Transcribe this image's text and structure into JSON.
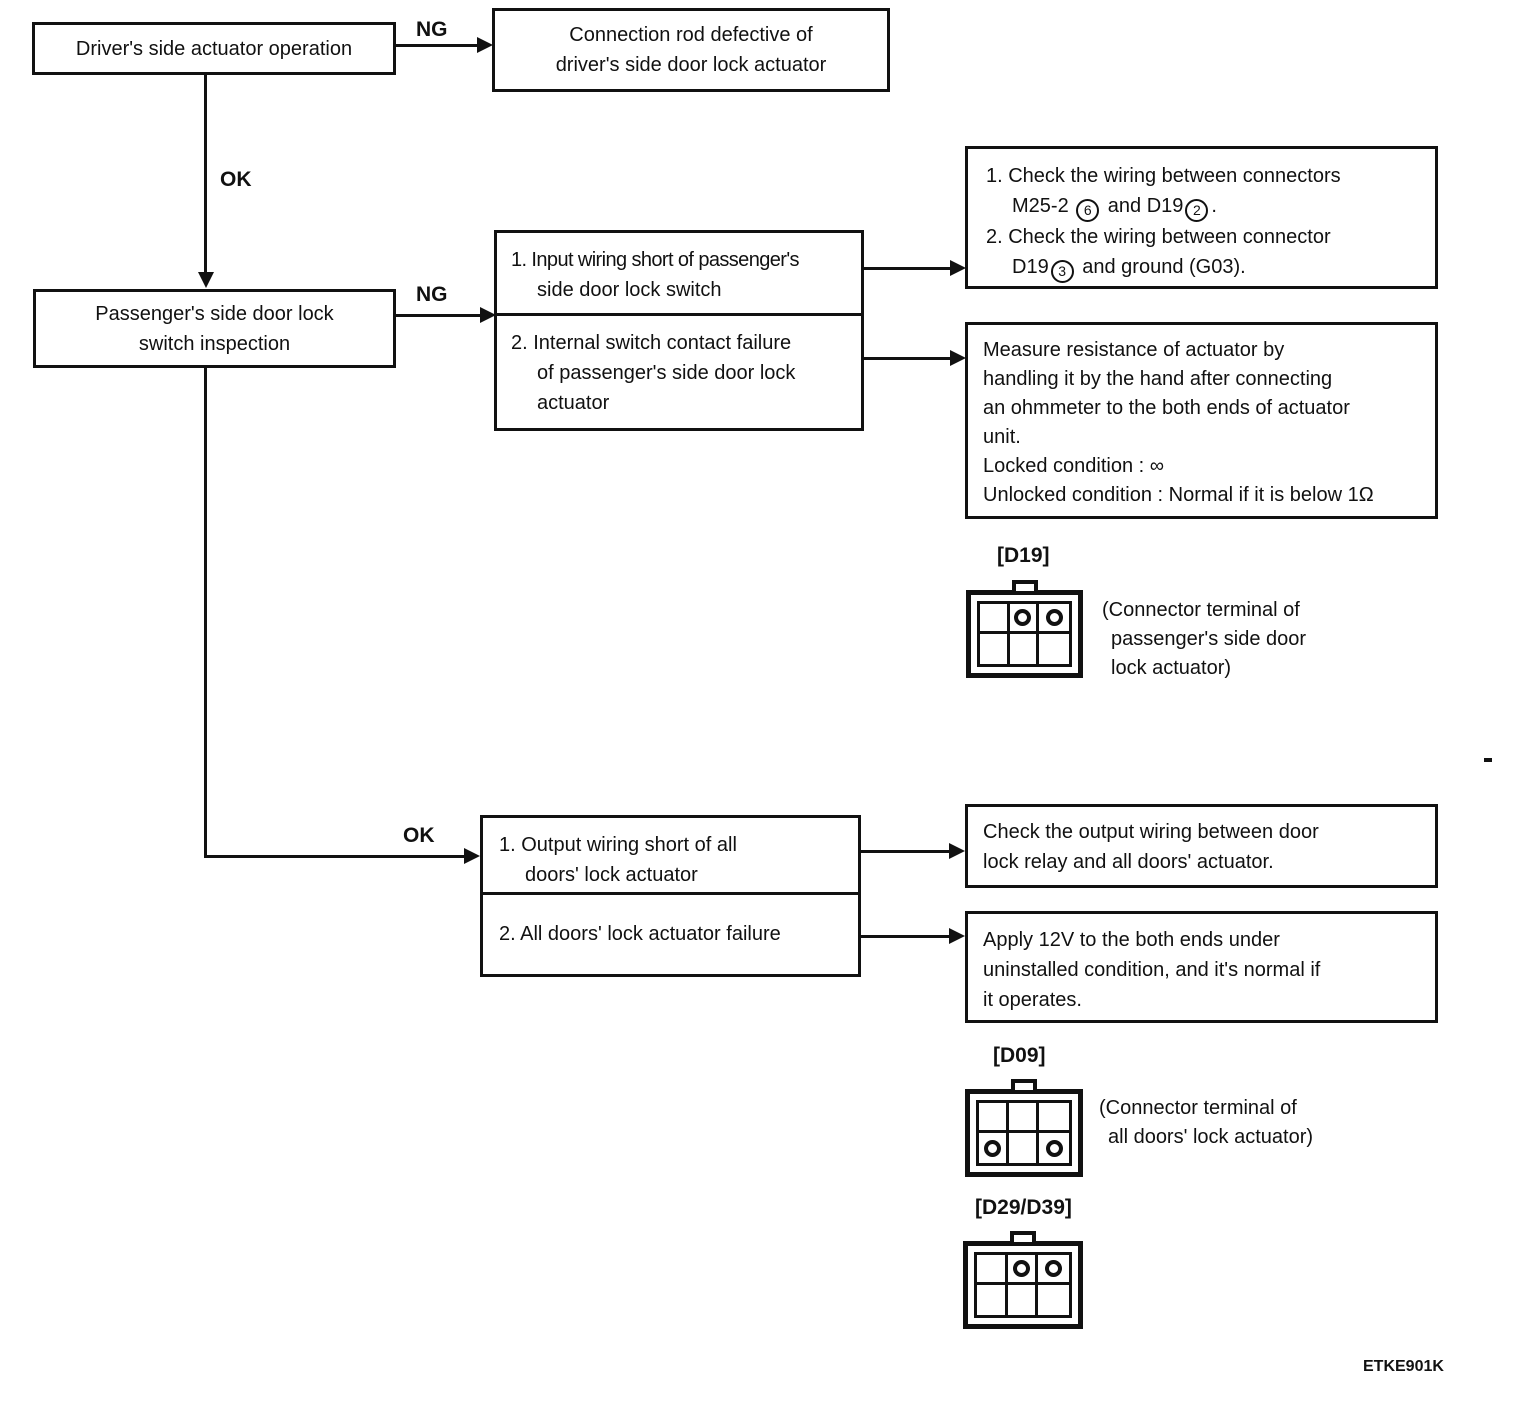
{
  "flow": {
    "ng1": "NG",
    "ok1": "OK",
    "ng2": "NG",
    "ok2": "OK",
    "driver_box": "Driver's side actuator operation",
    "conn_rod_box": [
      "Connection rod defective of",
      "driver's side door lock actuator"
    ],
    "passenger_box": [
      "Passenger's side door lock",
      "switch inspection"
    ],
    "mid_upper": {
      "item1": [
        "1. Input wiring short of passenger's",
        "side door lock switch"
      ],
      "item2": [
        "2. Internal switch contact failure",
        "of passenger's side door lock",
        "actuator"
      ]
    },
    "right_a_lines": [
      [
        {
          "t": "1. Check the wiring between connectors"
        }
      ],
      [
        {
          "t": "M25-2 "
        },
        {
          "c": "6"
        },
        {
          "t": " and D19"
        },
        {
          "c": "2"
        },
        {
          "t": "."
        }
      ],
      [
        {
          "t": "2. Check the wiring between connector"
        }
      ],
      [
        {
          "t": "D19"
        },
        {
          "c": "3"
        },
        {
          "t": " and ground (G03)."
        }
      ]
    ],
    "right_b_lines": [
      "Measure resistance of actuator by",
      "handling it by the hand after connecting",
      "an ohmmeter to the both ends of actuator",
      "unit.",
      "Locked condition : ∞",
      "Unlocked condition : Normal if it is below 1Ω"
    ],
    "mid_lower": {
      "item1": [
        "1. Output wiring short of all",
        "doors' lock actuator"
      ],
      "item2": [
        "2. All doors' lock actuator failure"
      ]
    },
    "right_c_lines": [
      "Check the output wiring between door",
      "lock relay and all doors' actuator."
    ],
    "right_d_lines": [
      "Apply 12V to the both ends under",
      "uninstalled condition, and it's normal if",
      "it operates."
    ]
  },
  "connectors": {
    "d19": {
      "label": "[D19]",
      "pins": [
        [
          0,
          1,
          1
        ],
        [
          0,
          0,
          0
        ]
      ],
      "caption": [
        "(Connector terminal of",
        "passenger's side door",
        "lock actuator)"
      ]
    },
    "d09": {
      "label": "[D09]",
      "pins": [
        [
          0,
          0,
          0
        ],
        [
          1,
          0,
          1
        ]
      ],
      "caption": [
        "(Connector terminal of",
        "all doors' lock actuator)"
      ]
    },
    "d29_d39": {
      "label": "[D29/D39]",
      "pins": [
        [
          0,
          1,
          1
        ],
        [
          0,
          0,
          0
        ]
      ]
    }
  },
  "meta": {
    "code": "ETKE901K"
  }
}
